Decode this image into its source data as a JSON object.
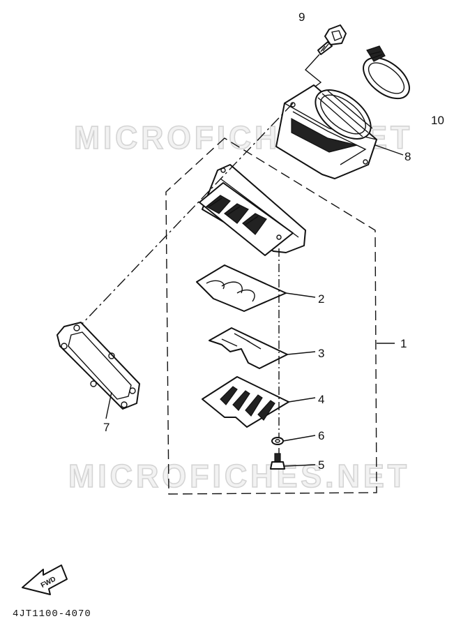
{
  "watermark": "MICROFICHES.NET",
  "fwd_label": "FWD",
  "diagram_code": "4JT1100-4070",
  "callouts": [
    "1",
    "2",
    "3",
    "4",
    "5",
    "6",
    "7",
    "8",
    "9",
    "10"
  ]
}
